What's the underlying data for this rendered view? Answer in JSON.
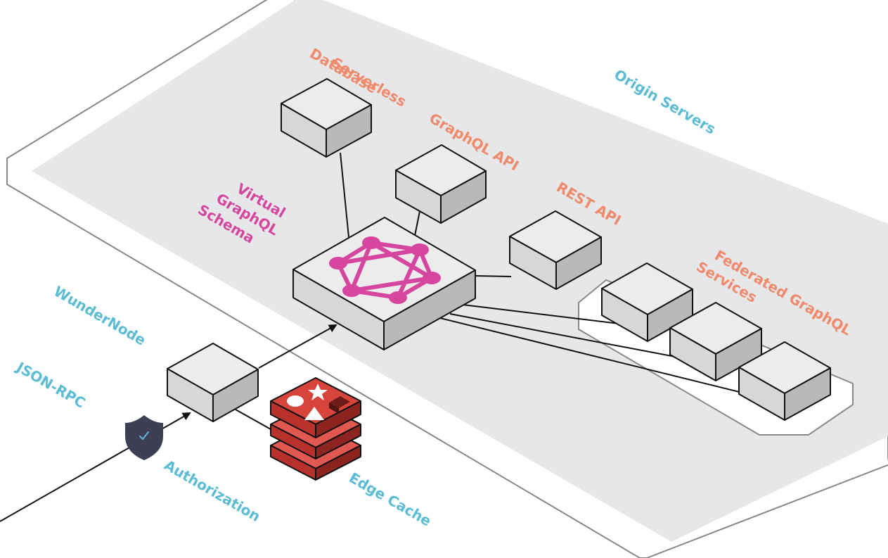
{
  "labels": {
    "origin_servers": "Origin Servers",
    "serverless_line1": "Serverless",
    "serverless_line2": "Database",
    "graphql_api": "GraphQL API",
    "rest_api": "REST API",
    "federated_line1": "Federated GraphQL",
    "federated_line2": "Services",
    "virtual_line1": "Virtual",
    "virtual_line2": "GraphQL",
    "virtual_line3": "Schema",
    "wundernode": "WunderNode",
    "json_rpc": "JSON-RPC",
    "authorization": "Authorization",
    "edge_cache": "Edge Cache"
  },
  "colors": {
    "label_blue": "#5bbcd3",
    "label_orange": "#f08a6c",
    "graphql_magenta": "#d6469f",
    "cache_red": "#c7372f",
    "shield_dark": "#3d3f55",
    "platform_fill": "#e6e7e8"
  },
  "icons": [
    "graphql-logo-icon",
    "shield-check-icon",
    "redis-stack-icon"
  ]
}
